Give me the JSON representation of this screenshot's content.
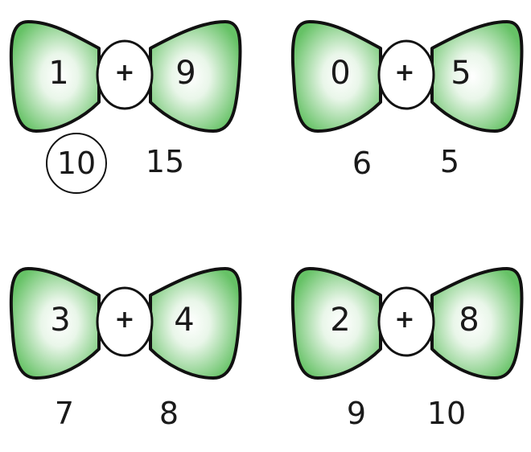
{
  "colors": {
    "bow_fill": "#6ac46a",
    "bow_light": "#ffffff",
    "outline": "#111111"
  },
  "problems": [
    {
      "left": "1",
      "op": "+",
      "right": "9",
      "choices": [
        "10",
        "15"
      ],
      "circled_index": 0
    },
    {
      "left": "0",
      "op": "+",
      "right": "5",
      "choices": [
        "6",
        "5"
      ],
      "circled_index": null
    },
    {
      "left": "3",
      "op": "+",
      "right": "4",
      "choices": [
        "7",
        "8"
      ],
      "circled_index": null
    },
    {
      "left": "2",
      "op": "+",
      "right": "8",
      "choices": [
        "9",
        "10"
      ],
      "circled_index": null
    }
  ]
}
